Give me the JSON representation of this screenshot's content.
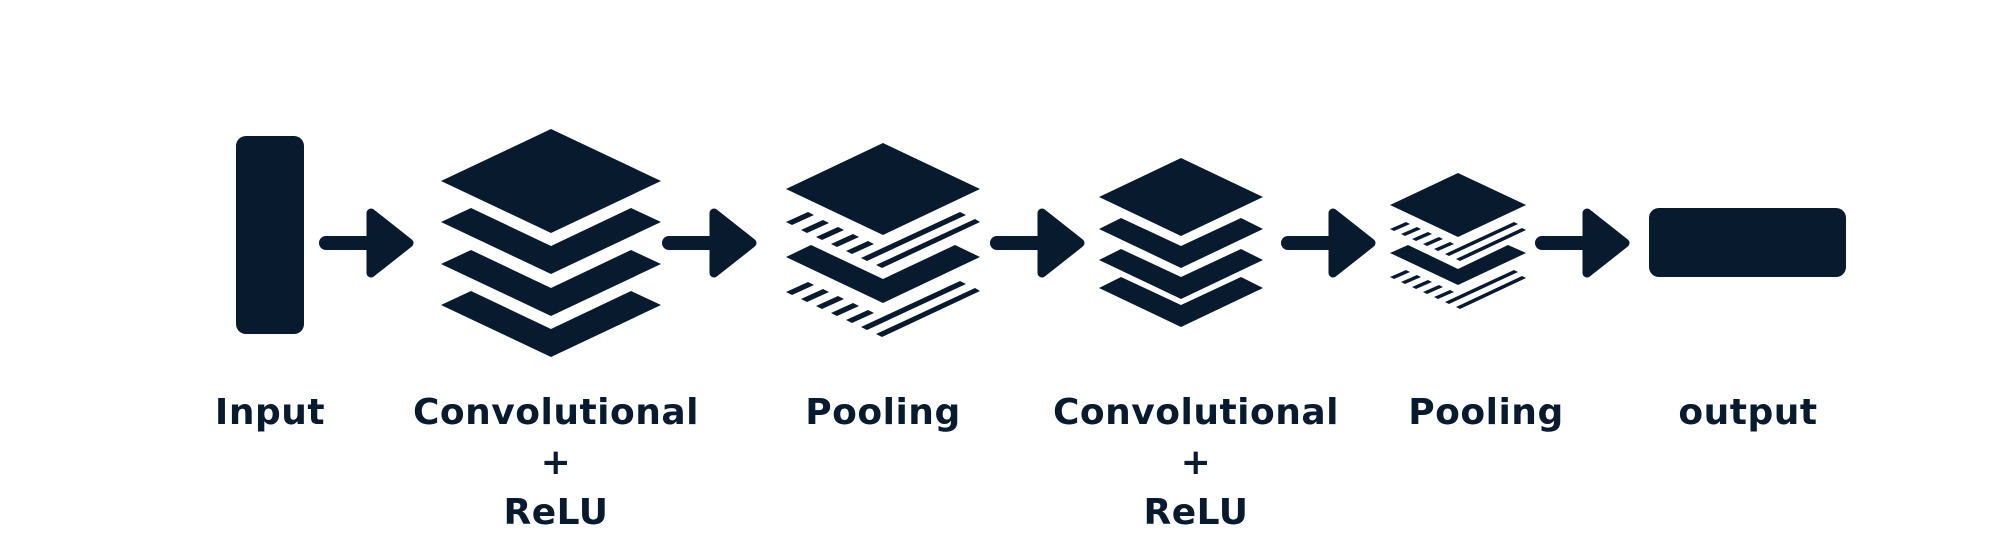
{
  "stages": [
    {
      "label": "Input",
      "lines": [
        "Input"
      ]
    },
    {
      "label": "Convolutional + ReLU",
      "lines": [
        "Convolutional",
        "+",
        "ReLU"
      ]
    },
    {
      "label": "Pooling",
      "lines": [
        "Pooling"
      ]
    },
    {
      "label": "Convolutional + ReLU",
      "lines": [
        "Convolutional",
        "+",
        "ReLU"
      ]
    },
    {
      "label": "Pooling",
      "lines": [
        "Pooling"
      ]
    },
    {
      "label": "output",
      "lines": [
        "output"
      ]
    }
  ],
  "colors": {
    "ink": "#081a2d",
    "background": "#ffffff"
  },
  "icons": [
    "input-block-icon",
    "arrow-icon",
    "conv-layers-icon",
    "pooling-layers-icon",
    "output-block-icon"
  ]
}
